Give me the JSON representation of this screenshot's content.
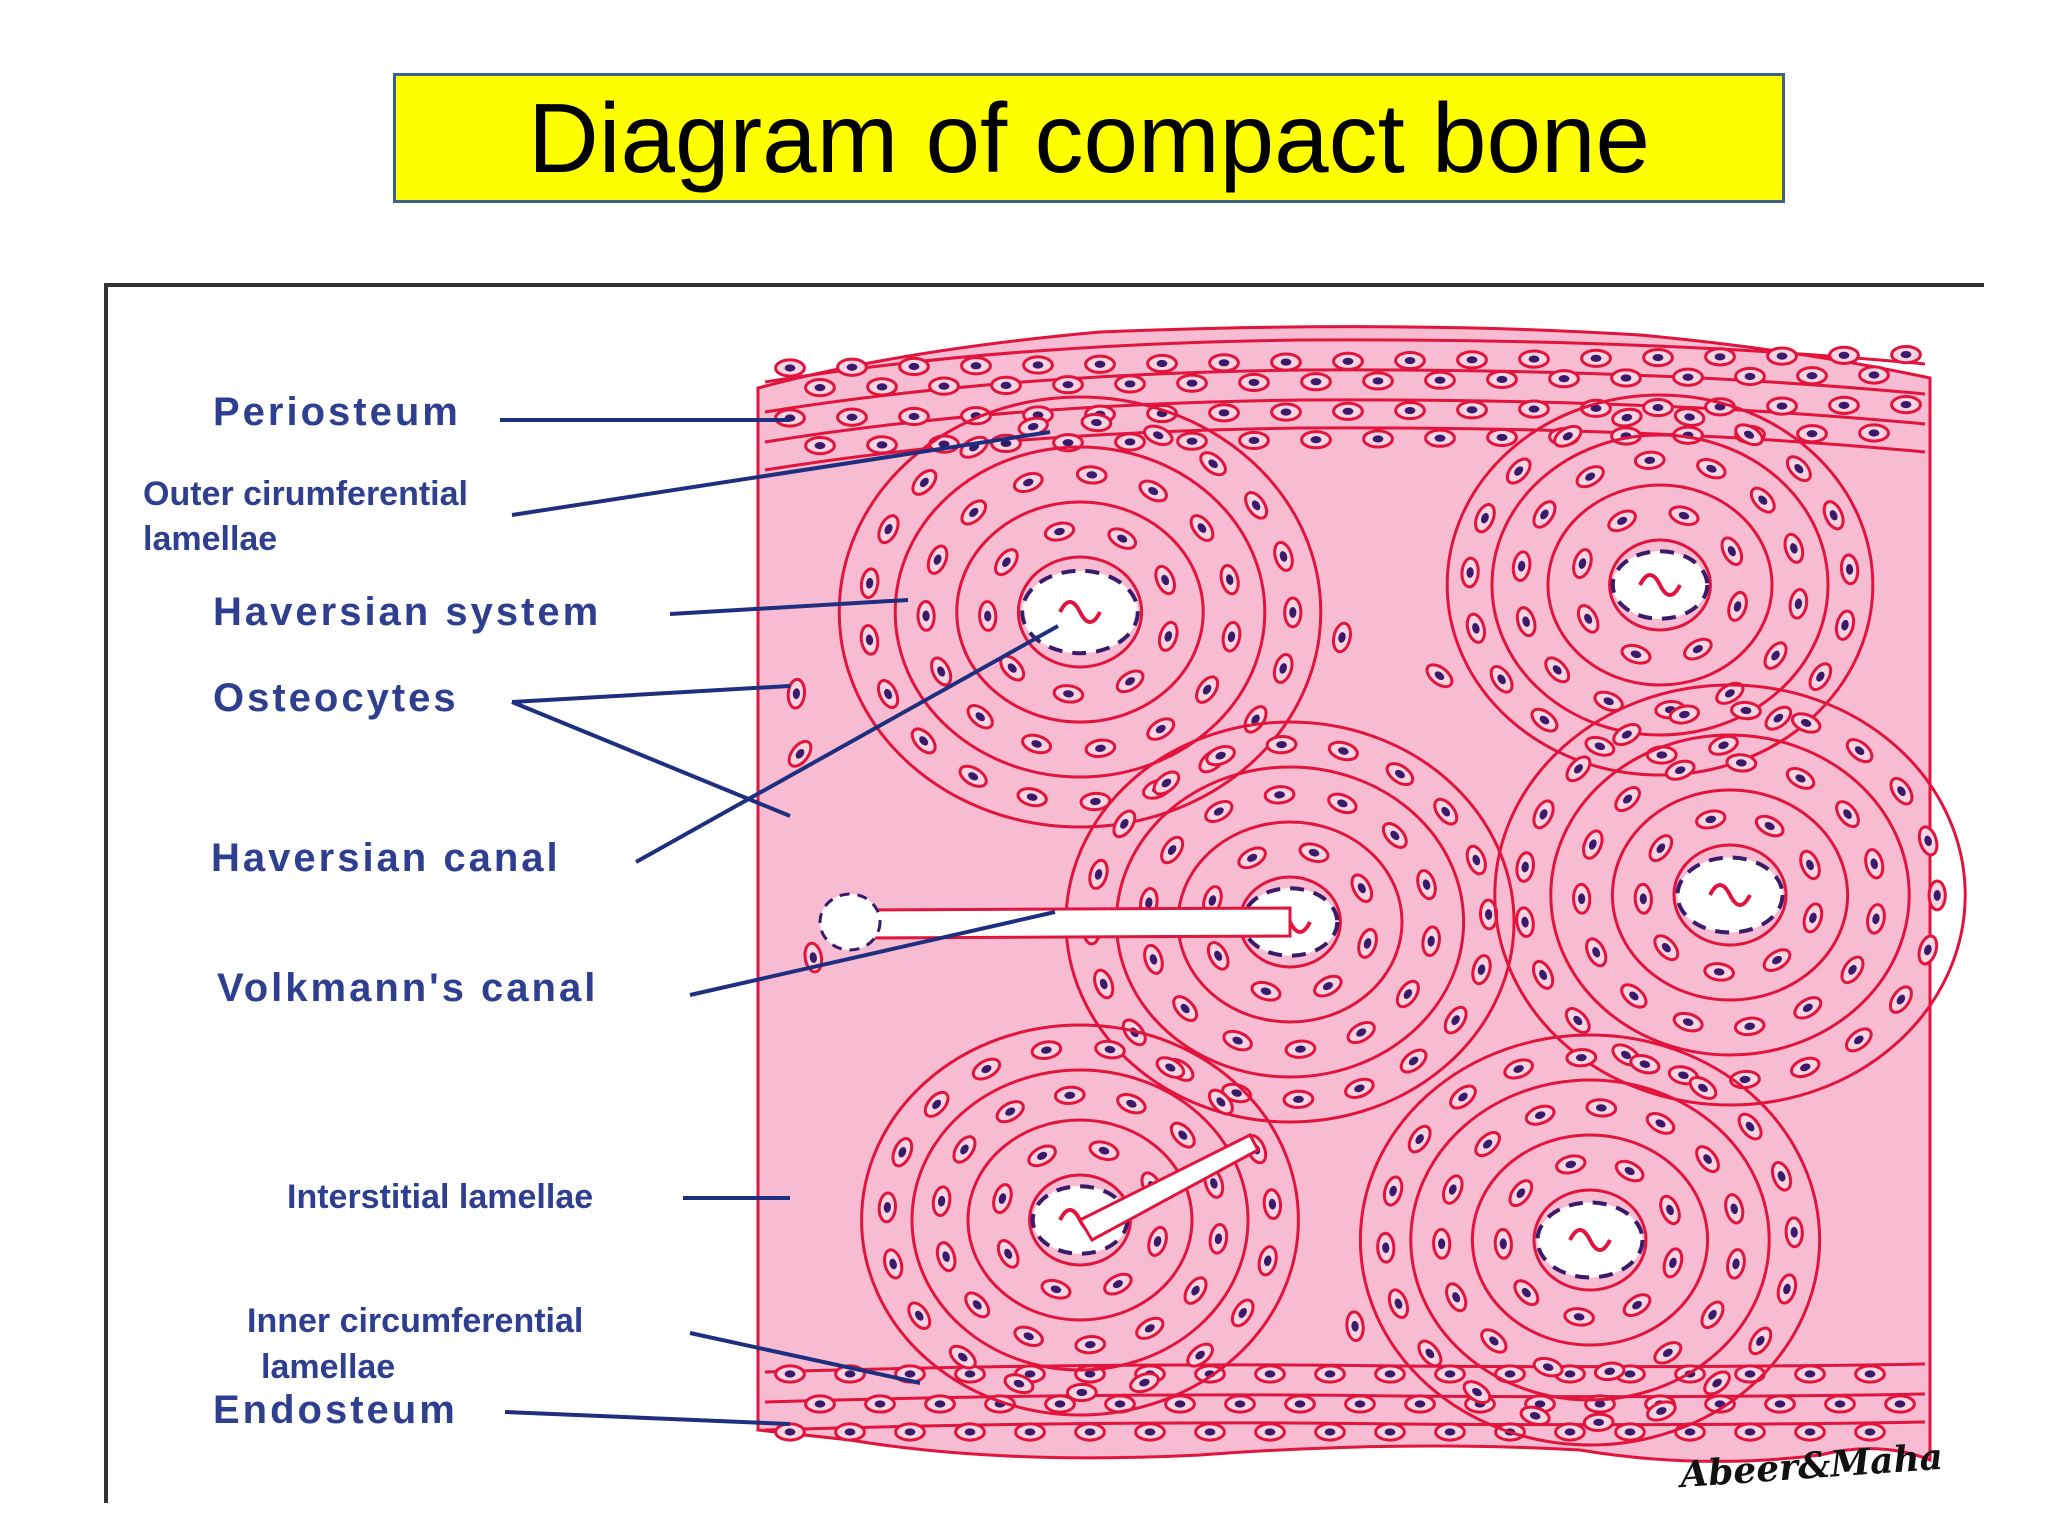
{
  "title": "Diagram of compact bone",
  "labels": {
    "periosteum": "Periosteum",
    "outer_circ_1": "Outer cirumferential",
    "outer_circ_2": "lamellae",
    "haversian_system": "Haversian system",
    "osteocytes": "Osteocytes",
    "haversian_canal": "Haversian canal",
    "volkmanns_canal": "Volkmann's canal",
    "interstitial": "Interstitial lamellae",
    "inner_circ_1": "Inner circumferential",
    "inner_circ_2": "lamellae",
    "endosteum": "Endosteum"
  },
  "signature": "Abeer&Maha",
  "colors": {
    "title_bg": "#ffff00",
    "title_border": "#3f5f8f",
    "label_text": "#2e3f8f",
    "leader_line": "#1f2f7f",
    "tissue": "#f8bcd2",
    "lamella": "#e0143c",
    "nucleus": "#3a1a6a"
  }
}
